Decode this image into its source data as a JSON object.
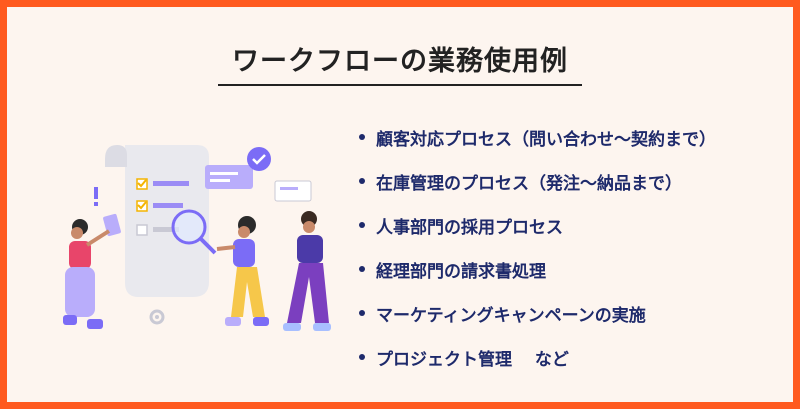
{
  "title": "ワークフローの業務使用例",
  "items": [
    {
      "label": "顧客対応プロセス（問い合わせ〜契約まで）"
    },
    {
      "label": "在庫管理のプロセス（発注〜納品まで）"
    },
    {
      "label": "人事部門の採用プロセス"
    },
    {
      "label": "経理部門の請求書処理"
    },
    {
      "label": "マーケティングキャンペーンの実施"
    },
    {
      "label": "プロジェクト管理　 など"
    }
  ],
  "colors": {
    "border": "#ff5a1f",
    "background": "#fdf5ef",
    "list_text": "#1e2a6b",
    "title_text": "#222222",
    "accent_purple": "#7b6cf6",
    "accent_pink": "#e8456a"
  },
  "illustration": {
    "icons": [
      "document-icon",
      "checkmark-badge-icon",
      "magnifier-icon",
      "gear-icon",
      "exclamation-icon"
    ],
    "people": [
      "woman-holding-tablet",
      "woman-pointing",
      "man-thinking"
    ]
  }
}
